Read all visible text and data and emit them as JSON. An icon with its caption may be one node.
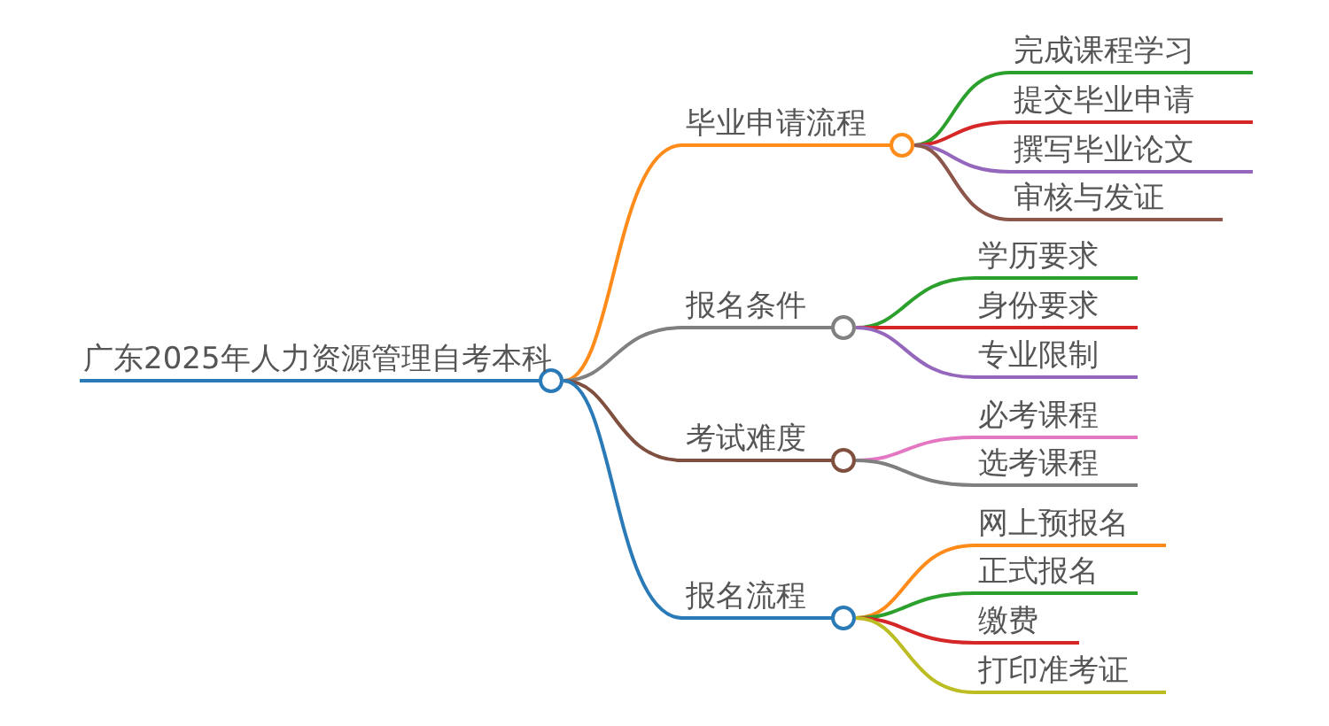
{
  "diagram": {
    "nodes": [
      {
        "text": [
          "广东2025年人力资源管理自考本科"
        ]
      },
      {
        "text": [
          "毕业申请流程"
        ]
      },
      {
        "text": [
          "完成课程学习"
        ]
      },
      {
        "text": [
          "提交毕业申请"
        ]
      },
      {
        "text": [
          "撰写毕业论文"
        ]
      },
      {
        "text": [
          "审核与发证"
        ]
      },
      {
        "text": [
          "报名条件"
        ]
      },
      {
        "text": [
          "学历要求"
        ]
      },
      {
        "text": [
          "身份要求"
        ]
      },
      {
        "text": [
          "专业限制"
        ]
      },
      {
        "text": [
          "考试难度"
        ]
      },
      {
        "text": [
          "必考课程"
        ]
      },
      {
        "text": [
          "选考课程"
        ]
      },
      {
        "text": [
          "报名流程"
        ]
      },
      {
        "text": [
          "网上预报名"
        ]
      },
      {
        "text": [
          "正式报名"
        ]
      },
      {
        "text": [
          "缴费"
        ]
      },
      {
        "text": [
          "打印准考证"
        ]
      }
    ],
    "edges": [
      {
        "from": 0,
        "to": 1,
        "arrow": "none",
        "color": "#ff8c1a"
      },
      {
        "from": 1,
        "to": 2,
        "arrow": "none",
        "color": "#2ca02c"
      },
      {
        "from": 1,
        "to": 3,
        "arrow": "none",
        "color": "#d62728"
      },
      {
        "from": 1,
        "to": 4,
        "arrow": "none",
        "color": "#9467bd"
      },
      {
        "from": 1,
        "to": 5,
        "arrow": "none",
        "color": "#8c564b"
      },
      {
        "from": 0,
        "to": 6,
        "arrow": "none",
        "color": "#808080"
      },
      {
        "from": 6,
        "to": 7,
        "arrow": "none",
        "color": "#2ca02c"
      },
      {
        "from": 6,
        "to": 8,
        "arrow": "none",
        "color": "#d62728"
      },
      {
        "from": 6,
        "to": 9,
        "arrow": "none",
        "color": "#9467bd"
      },
      {
        "from": 0,
        "to": 10,
        "arrow": "none",
        "color": "#7f4f3f"
      },
      {
        "from": 10,
        "to": 11,
        "arrow": "none",
        "color": "#e377c2"
      },
      {
        "from": 10,
        "to": 12,
        "arrow": "none",
        "color": "#7f7f7f"
      },
      {
        "from": 0,
        "to": 13,
        "arrow": "none",
        "color": "#2a7ab8"
      },
      {
        "from": 13,
        "to": 14,
        "arrow": "none",
        "color": "#ff8c1a"
      },
      {
        "from": 13,
        "to": 15,
        "arrow": "none",
        "color": "#2ca02c"
      },
      {
        "from": 13,
        "to": 16,
        "arrow": "none",
        "color": "#d62728"
      },
      {
        "from": 13,
        "to": 17,
        "arrow": "none",
        "color": "#bcbd22"
      }
    ]
  }
}
